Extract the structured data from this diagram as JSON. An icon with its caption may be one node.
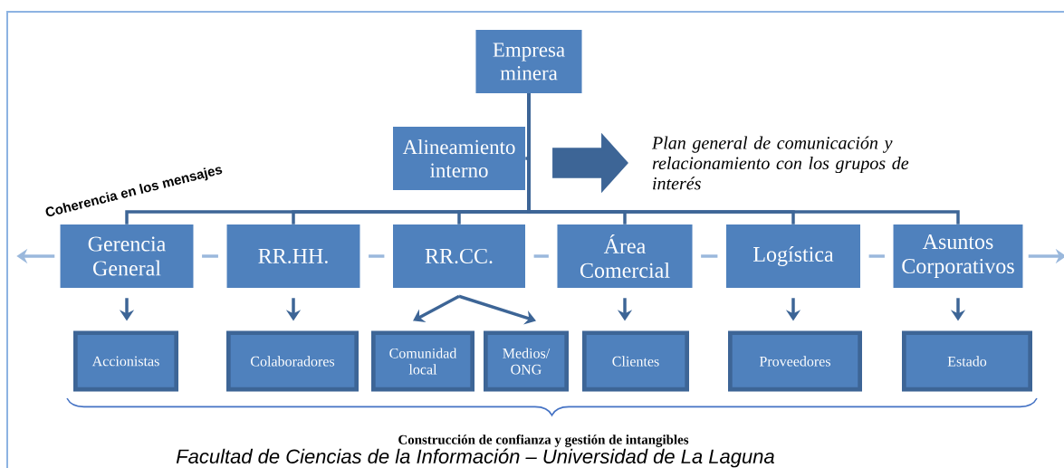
{
  "diagram": {
    "nodes": [
      {
        "text": [
          "Empresa minera"
        ]
      },
      {
        "text": [
          "Alineamiento interno"
        ]
      },
      {
        "text": [
          "Plan general de comunicación y relacionamiento con los grupos de interés"
        ]
      },
      {
        "text": [
          "Gerencia General"
        ]
      },
      {
        "text": [
          "RR.HH."
        ]
      },
      {
        "text": [
          "RR.CC."
        ]
      },
      {
        "text": [
          "Área Comercial"
        ]
      },
      {
        "text": [
          "Logística"
        ]
      },
      {
        "text": [
          "Asuntos Corporativos"
        ]
      },
      {
        "text": [
          "Accionistas"
        ]
      },
      {
        "text": [
          "Colaboradores"
        ]
      },
      {
        "text": [
          "Comunidad local"
        ]
      },
      {
        "text": [
          "Medios/ ONG"
        ]
      },
      {
        "text": [
          "Clientes"
        ]
      },
      {
        "text": [
          "Proveedores"
        ]
      },
      {
        "text": [
          "Estado"
        ]
      }
    ],
    "edges": [
      {
        "from": 0,
        "to": 1,
        "arrow": "none"
      },
      {
        "from": 0,
        "to": 3,
        "arrow": "none"
      },
      {
        "from": 0,
        "to": 4,
        "arrow": "none"
      },
      {
        "from": 0,
        "to": 5,
        "arrow": "none"
      },
      {
        "from": 0,
        "to": 6,
        "arrow": "none"
      },
      {
        "from": 0,
        "to": 7,
        "arrow": "none"
      },
      {
        "from": 0,
        "to": 8,
        "arrow": "none"
      },
      {
        "from": null,
        "to": 2,
        "arrow": "to",
        "style": "thick"
      },
      {
        "from": 3,
        "to": 9,
        "arrow": "to"
      },
      {
        "from": 4,
        "to": 10,
        "arrow": "to"
      },
      {
        "from": 5,
        "to": 11,
        "arrow": "to"
      },
      {
        "from": 5,
        "to": 12,
        "arrow": "to"
      },
      {
        "from": 6,
        "to": 13,
        "arrow": "to"
      },
      {
        "from": 7,
        "to": 14,
        "arrow": "to"
      },
      {
        "from": 8,
        "to": 15,
        "arrow": "to"
      },
      {
        "from": 3,
        "to": null,
        "arrow": "to",
        "color": "#9ab8dc"
      },
      {
        "from": 3,
        "to": 4,
        "arrow": "none",
        "color": "#9ab8dc"
      },
      {
        "from": 4,
        "to": 5,
        "arrow": "none",
        "color": "#9ab8dc"
      },
      {
        "from": 5,
        "to": 6,
        "arrow": "none",
        "color": "#9ab8dc"
      },
      {
        "from": 6,
        "to": 7,
        "arrow": "none",
        "color": "#9ab8dc"
      },
      {
        "from": 7,
        "to": 8,
        "arrow": "none",
        "color": "#9ab8dc"
      },
      {
        "from": 8,
        "to": null,
        "arrow": "to",
        "color": "#9ab8dc"
      }
    ],
    "labels": [
      "Coherencia en los mensajes",
      "Construcción de confianza y gestión de intangibles",
      "Facultad de Ciencias de la Información – Universidad de La Laguna"
    ]
  }
}
